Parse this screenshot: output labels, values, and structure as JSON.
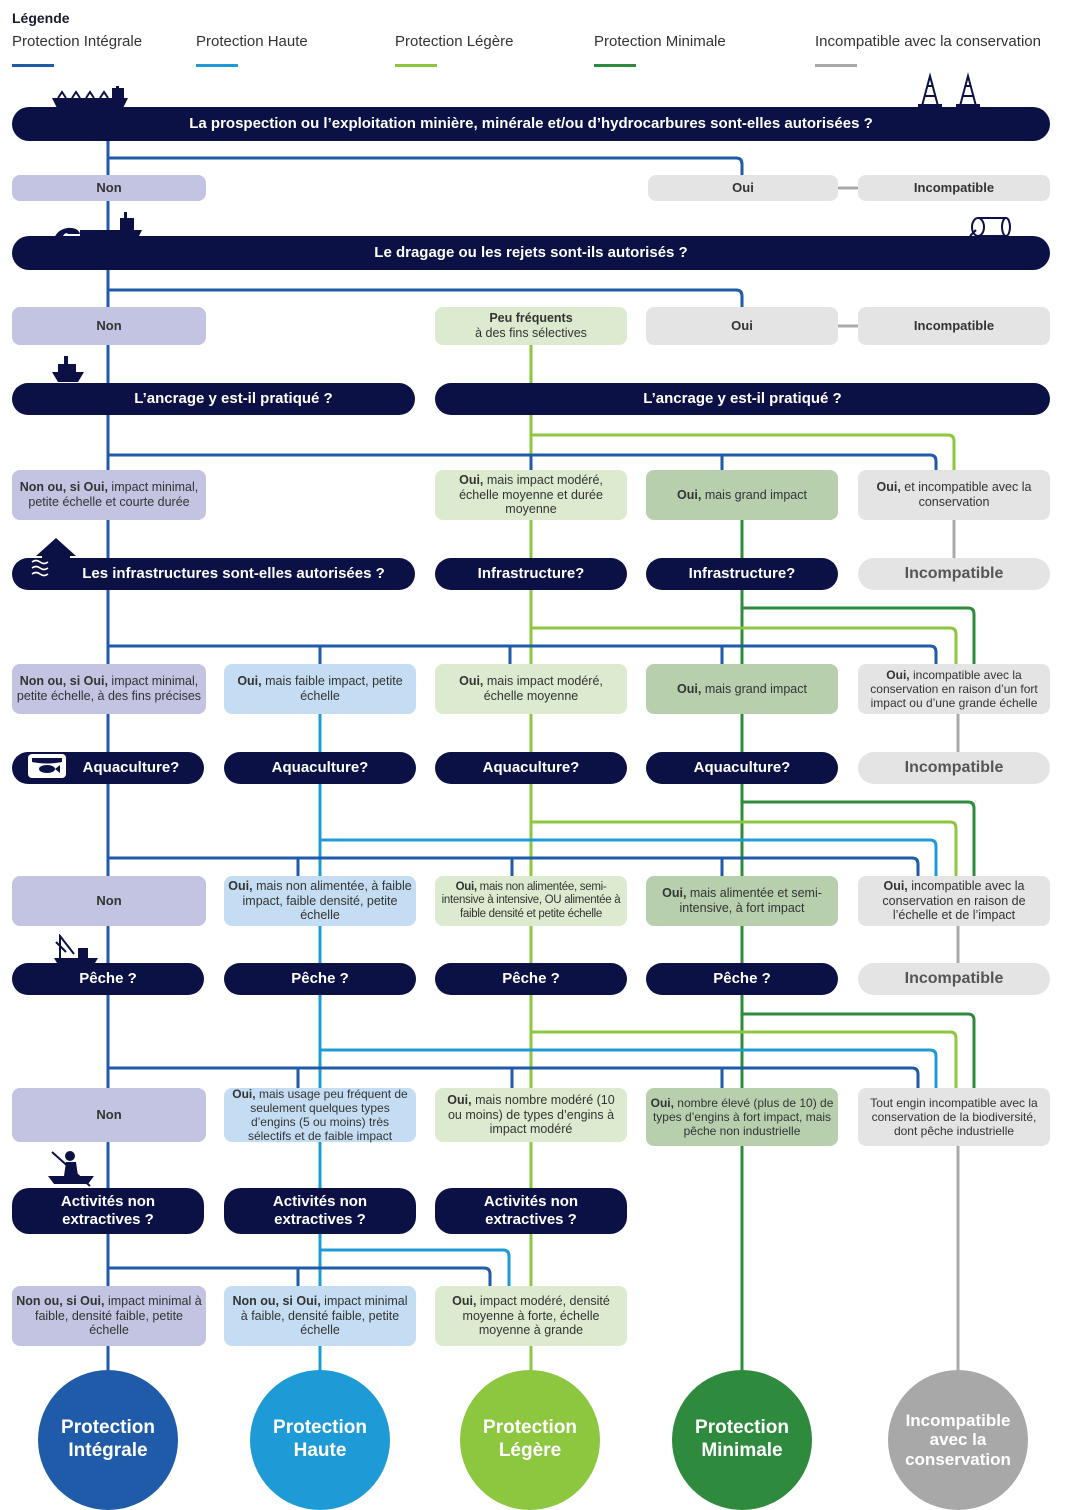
{
  "colors": {
    "integrale": "#1f5ba8",
    "haute": "#1e9bd7",
    "legere": "#8dc63f",
    "minimale": "#2e8b3e",
    "incompatible": "#a8a8a8",
    "dark": "#0b1145"
  },
  "legend": {
    "title": "Légende",
    "items": [
      {
        "label": "Protection Intégrale",
        "color": "#1f5ba8"
      },
      {
        "label": "Protection Haute",
        "color": "#1e9bd7"
      },
      {
        "label": "Protection Légère",
        "color": "#8dc63f"
      },
      {
        "label": "Protection Minimale",
        "color": "#2e8b3e"
      },
      {
        "label": "Incompatible avec la conservation",
        "color": "#a8a8a8"
      }
    ]
  },
  "icons": [
    "tanker-ship-icon",
    "oil-rig-icon",
    "dredger-ship-icon",
    "pipe-icon",
    "anchor-ship-icon",
    "water-infrastructure-icon",
    "aquaculture-icon",
    "fishing-boat-icon",
    "kayak-icon"
  ],
  "q1": {
    "question": "La prospection ou l’exploitation minière, minérale et/ou d’hydrocarbures sont-elles autorisées ?",
    "no": "Non",
    "yes": "Oui",
    "incompatible": "Incompatible"
  },
  "q2": {
    "question": "Le dragage ou les rejets sont-ils autorisés ?",
    "no": "Non",
    "rare_bold": "Peu fréquents",
    "rare_rest": "à des fins sélectives",
    "yes": "Oui",
    "incompatible": "Incompatible"
  },
  "q3": {
    "question_left": "L’ancrage y est-il pratiqué ?",
    "question_right": "L’ancrage y est-il pratiqué ?",
    "a_integrale_bold": "Non ou, si Oui,",
    "a_integrale_rest": " impact minimal, petite échelle et courte durée",
    "a_legere_bold": "Oui,",
    "a_legere_rest": " mais impact modéré, échelle moyenne et durée moyenne",
    "a_minimale_bold": "Oui,",
    "a_minimale_rest": " mais grand impact",
    "a_inc_bold": "Oui,",
    "a_inc_rest": " et incompatible avec la conservation"
  },
  "q4": {
    "question_left": "Les infrastructures sont-elles autorisées ?",
    "question_legere": "Infrastructure?",
    "question_minimale": "Infrastructure?",
    "incompatible": "Incompatible",
    "a_integrale_bold": "Non ou, si Oui,",
    "a_integrale_rest": " impact minimal, petite échelle, à des fins précises",
    "a_haute_bold": "Oui,",
    "a_haute_rest": " mais faible impact, petite échelle",
    "a_legere_bold": "Oui,",
    "a_legere_rest": " mais impact modéré, échelle moyenne",
    "a_minimale_bold": "Oui,",
    "a_minimale_rest": " mais grand impact",
    "a_inc_bold": "Oui,",
    "a_inc_rest": " incompatible avec la conservation en raison d’un fort impact ou d’une grande échelle"
  },
  "q5": {
    "question": "Aquaculture?",
    "incompatible": "Incompatible",
    "a_integrale": "Non",
    "a_haute_bold": "Oui,",
    "a_haute_rest": " mais non alimentée, à faible impact, faible densité, petite échelle",
    "a_legere_bold": "Oui,",
    "a_legere_rest": " mais non alimentée, semi-intensive à intensive, OU alimentée à faible densité et petite échelle",
    "a_minimale_bold": "Oui,",
    "a_minimale_rest": " mais alimentée et semi-intensive, à fort impact",
    "a_inc_bold": "Oui,",
    "a_inc_rest": " incompatible avec la conservation en raison de l’échelle et de l’impact"
  },
  "q6": {
    "question": "Pêche ?",
    "incompatible": "Incompatible",
    "a_integrale": "Non",
    "a_haute_bold": "Oui,",
    "a_haute_rest": " mais usage peu fréquent de seulement quelques types d’engins (5 ou moins) très sélectifs et de faible impact",
    "a_legere_bold": "Oui,",
    "a_legere_rest": " mais nombre modéré (10 ou moins) de types d’engins à impact modéré",
    "a_minimale_bold": "Oui,",
    "a_minimale_rest": " nombre élevé (plus de 10) de types d’engins à fort impact, mais pêche non industrielle",
    "a_inc": "Tout engin incompatible avec la conservation de la biodiversité, dont pêche industrielle"
  },
  "q7": {
    "question_line1": "Activités non",
    "question_line2": "extractives ?",
    "a_integrale_bold": "Non ou, si Oui,",
    "a_integrale_rest": " impact minimal à faible, densité faible, petite échelle",
    "a_haute_bold": "Non ou, si Oui,",
    "a_haute_rest": " impact minimal à faible, densité faible, petite échelle",
    "a_legere_bold": "Oui,",
    "a_legere_rest": " impact modéré, densité moyenne à forte, échelle moyenne à grande"
  },
  "results": {
    "integrale_1": "Protection",
    "integrale_2": "Intégrale",
    "haute_1": "Protection",
    "haute_2": "Haute",
    "legere_1": "Protection",
    "legere_2": "Légère",
    "minimale_1": "Protection",
    "minimale_2": "Minimale",
    "inc_1": "Incompatible",
    "inc_2": "avec la",
    "inc_3": "conservation"
  }
}
